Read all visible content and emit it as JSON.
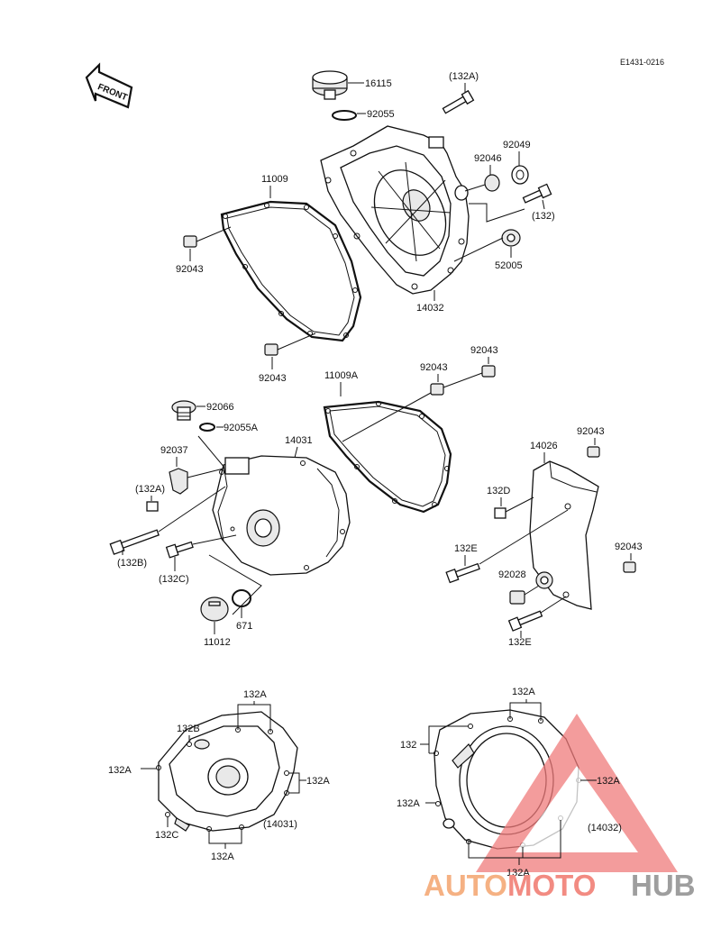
{
  "diagram_code": "E1431-0216",
  "front_label": "FRONT",
  "labels": {
    "l16115": "16115",
    "l92055": "92055",
    "l132A_top": "(132A)",
    "l92049": "92049",
    "l92046": "92046",
    "l11009": "11009",
    "l132_paren": "(132)",
    "l92043_a": "92043",
    "l52005": "52005",
    "l14032": "14032",
    "l92043_b": "92043",
    "l92043_c": "92043",
    "l11009A": "11009A",
    "l92043_d": "92043",
    "l92066": "92066",
    "l92055A": "92055A",
    "l14031": "14031",
    "l92037": "92037",
    "l132A_mid": "(132A)",
    "l132B_paren": "(132B)",
    "l132C_paren": "(132C)",
    "l14026": "14026",
    "l92043_e": "92043",
    "l132D": "132D",
    "l132E_a": "132E",
    "l92043_f": "92043",
    "l92028": "92028",
    "l132E_b": "132E",
    "l11012": "11012",
    "l671": "671"
  },
  "left_detail": {
    "top_132A": "132A",
    "l132B": "132B",
    "left_132A": "132A",
    "right_132A": "132A",
    "l132C": "132C",
    "bottom_132A": "132A",
    "ref": "(14031)"
  },
  "right_detail": {
    "top_132A": "132A",
    "l132": "132",
    "right_132A": "132A",
    "left_132A": "132A",
    "ref": "(14032)",
    "bottom_132A": "132A"
  },
  "watermark": {
    "text_auto": "AUTO",
    "text_moto": "MOTO",
    "text_hub": "HUB",
    "color_auto": "#f5b183",
    "color_moto": "#f28b82",
    "color_hub": "#9e9e9e",
    "triangle_color": "#f07b7b"
  }
}
